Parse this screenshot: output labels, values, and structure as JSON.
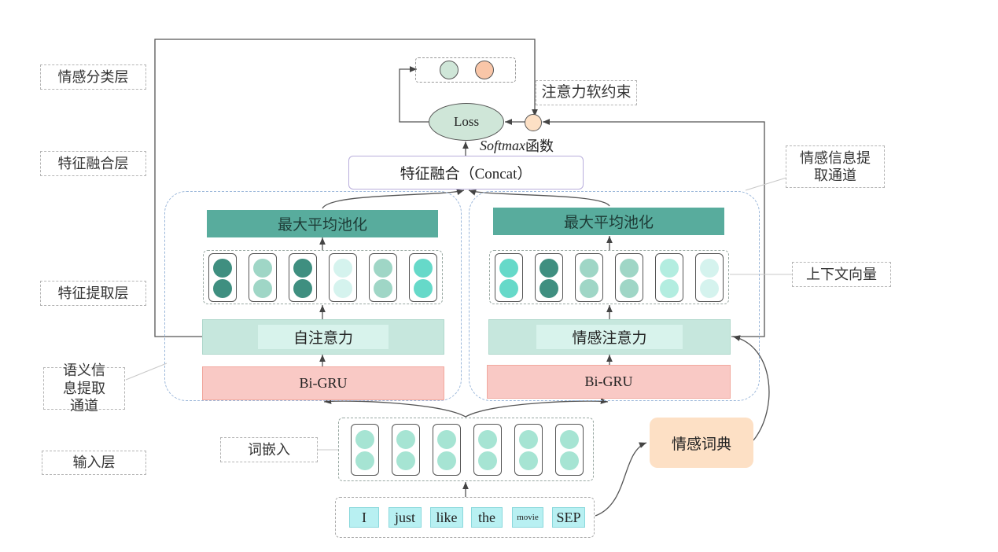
{
  "layers": {
    "classification": "情感分类层",
    "fusion": "特征融合层",
    "extraction": "特征提取层",
    "semantic_channel": "语义信息提取通道",
    "input": "输入层"
  },
  "emotion_channel_label": "情感信息提取通道",
  "context_vector_label": "上下文向量",
  "word_embedding_label": "词嵌入",
  "attention_constraint_label": "注意力软约束",
  "loss_label": "Loss",
  "softmax_label": "Softmax",
  "softmax_suffix": "函数",
  "fusion_box_label": "特征融合（Concat）",
  "left_channel": {
    "pool_label": "最大平均池化",
    "attention_label": "自注意力",
    "gru_label": "Bi-GRU",
    "vector_colors": [
      "#3f8f80",
      "#9fd6c6",
      "#3f8f80",
      "#d5f3ee",
      "#9fd6c6",
      "#66d9c9"
    ]
  },
  "right_channel": {
    "pool_label": "最大平均池化",
    "attention_label": "情感注意力",
    "gru_label": "Bi-GRU",
    "vector_colors": [
      "#66d9c9",
      "#3f8f80",
      "#9fd6c6",
      "#9fd6c6",
      "#b3ede0",
      "#d5f3ee"
    ]
  },
  "lexicon_label": "情感词典",
  "embedding_color": "#a6e4d3",
  "output_colors": [
    "#cfe6d8",
    "#f9c6a8"
  ],
  "tokens": [
    "I",
    "just",
    "like",
    "the",
    "movie",
    "SEP"
  ]
}
